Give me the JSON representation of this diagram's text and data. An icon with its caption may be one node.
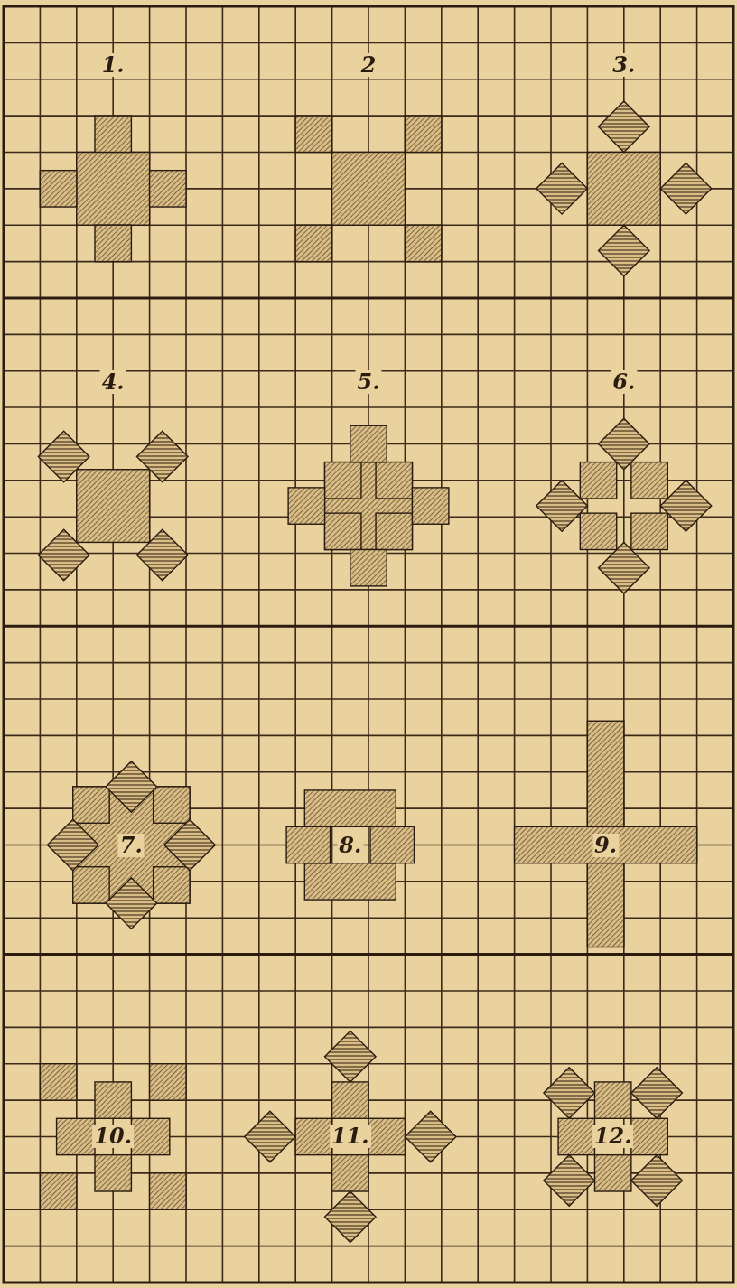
{
  "diagram": {
    "labels": [
      "1.",
      "2",
      "3.",
      "4.",
      "5.",
      "6.",
      "7.",
      "8.",
      "9.",
      "10.",
      "11.",
      "12."
    ]
  }
}
